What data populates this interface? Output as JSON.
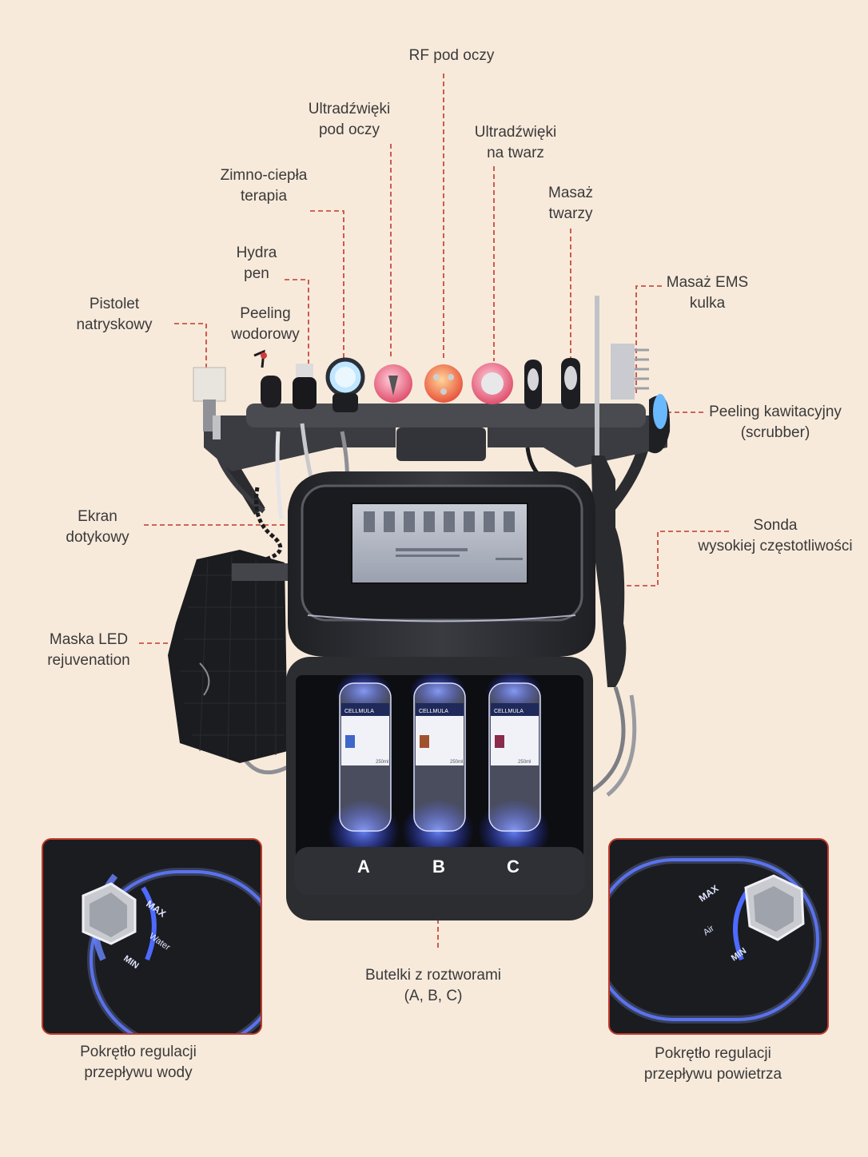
{
  "labels": {
    "rf_eye": [
      "RF pod oczy"
    ],
    "ultra_eye": [
      "Ultradźwięki",
      "pod oczy"
    ],
    "ultra_face": [
      "Ultradźwięki",
      "na twarz"
    ],
    "cold_hot": [
      "Zimno-ciepła",
      "terapia"
    ],
    "face_massage": [
      "Masaż",
      "twarzy"
    ],
    "hydra_pen": [
      "Hydra",
      "pen"
    ],
    "ems_ball": [
      "Masaż EMS",
      "kulka"
    ],
    "spray_gun": [
      "Pistolet",
      "natryskowy"
    ],
    "hydrogen_peel": [
      "Peeling",
      "wodorowy"
    ],
    "scrubber": [
      "Peeling kawitacyjny",
      "(scrubber)"
    ],
    "touch_screen": [
      "Ekran",
      "dotykowy"
    ],
    "hf_probe": [
      "Sonda",
      "wysokiej częstotliwości"
    ],
    "led_mask": [
      "Maska LED",
      "rejuvenation"
    ],
    "bottles": [
      "Butelki z roztworami",
      "(A, B, C)"
    ],
    "water_knob": [
      "Pokrętło regulacji",
      "przepływu wody"
    ],
    "air_knob": [
      "Pokrętło regulacji",
      "przepływu powietrza"
    ]
  },
  "device": {
    "bottle_letters": [
      "A",
      "B",
      "C"
    ],
    "bottle_brand": "CELLMULA",
    "bottle_volume": "250ml"
  },
  "water_knob": {
    "max": "MAX",
    "name": "Water",
    "min": "MIN"
  },
  "air_knob": {
    "max": "MAX",
    "name": "Air",
    "min": "MIN"
  },
  "colors": {
    "background": "#f8eadb",
    "leader_line": "#c0392b",
    "text": "#3a3a3a",
    "device_body": "#2b2c30",
    "led_blue": "#3c5bff"
  }
}
